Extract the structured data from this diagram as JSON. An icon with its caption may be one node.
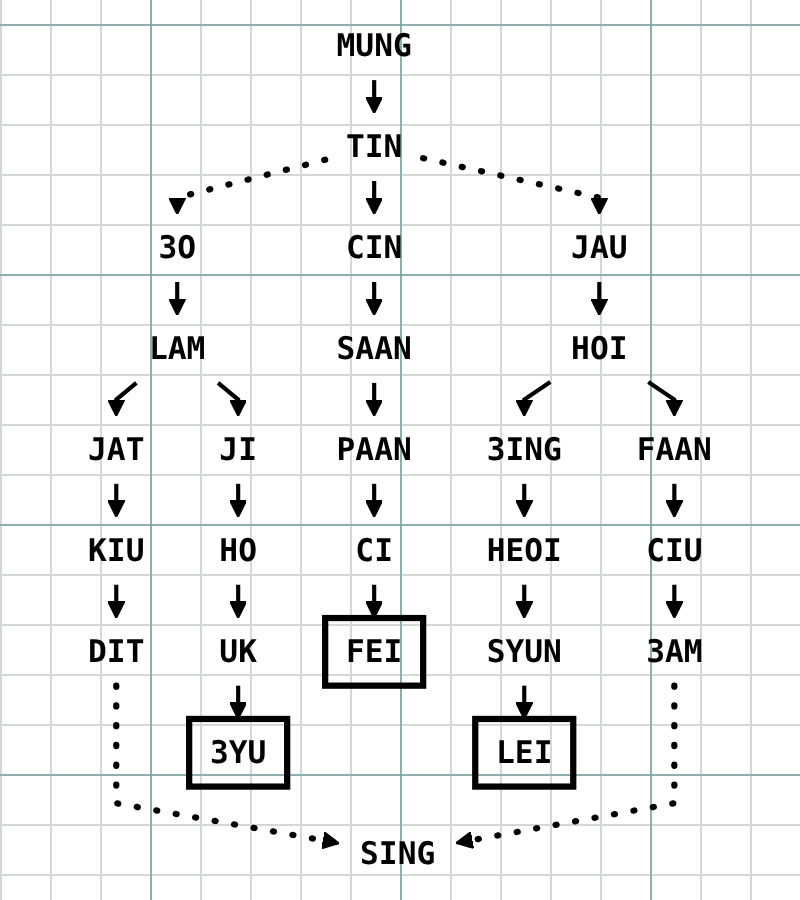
{
  "diagram": {
    "nodes": [
      {
        "text": [
          "MUNG"
        ]
      },
      {
        "text": [
          "TIN"
        ]
      },
      {
        "text": [
          "3O"
        ]
      },
      {
        "text": [
          "CIN"
        ]
      },
      {
        "text": [
          "JAU"
        ]
      },
      {
        "text": [
          "LAM"
        ]
      },
      {
        "text": [
          "SAAN"
        ]
      },
      {
        "text": [
          "HOI"
        ]
      },
      {
        "text": [
          "JAT"
        ]
      },
      {
        "text": [
          "JI"
        ]
      },
      {
        "text": [
          "PAAN"
        ]
      },
      {
        "text": [
          "3ING"
        ]
      },
      {
        "text": [
          "FAAN"
        ]
      },
      {
        "text": [
          "KIU"
        ]
      },
      {
        "text": [
          "HO"
        ]
      },
      {
        "text": [
          "CI"
        ]
      },
      {
        "text": [
          "HEOI"
        ]
      },
      {
        "text": [
          "CIU"
        ]
      },
      {
        "text": [
          "DIT"
        ]
      },
      {
        "text": [
          "UK"
        ]
      },
      {
        "text": [
          "FEI"
        ]
      },
      {
        "text": [
          "SYUN"
        ]
      },
      {
        "text": [
          "3AM"
        ]
      },
      {
        "text": [
          "3YU"
        ]
      },
      {
        "text": [
          "LEI"
        ]
      },
      {
        "text": [
          "SING"
        ]
      }
    ],
    "edges": [
      {
        "from": 0,
        "to": 1,
        "arrow": "to"
      },
      {
        "from": 1,
        "to": 2,
        "arrow": "to",
        "style": "dashed"
      },
      {
        "from": 1,
        "to": 3,
        "arrow": "to"
      },
      {
        "from": 1,
        "to": 4,
        "arrow": "to",
        "style": "dashed"
      },
      {
        "from": 2,
        "to": 5,
        "arrow": "to"
      },
      {
        "from": 3,
        "to": 6,
        "arrow": "to"
      },
      {
        "from": 4,
        "to": 7,
        "arrow": "to"
      },
      {
        "from": 5,
        "to": 8,
        "arrow": "to"
      },
      {
        "from": 5,
        "to": 9,
        "arrow": "to"
      },
      {
        "from": 6,
        "to": 10,
        "arrow": "to"
      },
      {
        "from": 7,
        "to": 11,
        "arrow": "to"
      },
      {
        "from": 7,
        "to": 12,
        "arrow": "to"
      },
      {
        "from": 8,
        "to": 13,
        "arrow": "to"
      },
      {
        "from": 9,
        "to": 14,
        "arrow": "to"
      },
      {
        "from": 10,
        "to": 15,
        "arrow": "to"
      },
      {
        "from": 11,
        "to": 16,
        "arrow": "to"
      },
      {
        "from": 12,
        "to": 17,
        "arrow": "to"
      },
      {
        "from": 13,
        "to": 18,
        "arrow": "to"
      },
      {
        "from": 14,
        "to": 19,
        "arrow": "to"
      },
      {
        "from": 15,
        "to": 20,
        "arrow": "to"
      },
      {
        "from": 16,
        "to": 21,
        "arrow": "to"
      },
      {
        "from": 17,
        "to": 22,
        "arrow": "to"
      },
      {
        "from": 18,
        "to": 25,
        "arrow": "to",
        "style": "dashed"
      },
      {
        "from": 19,
        "to": 23,
        "arrow": "to"
      },
      {
        "from": 21,
        "to": 24,
        "arrow": "to"
      },
      {
        "from": 22,
        "to": 25,
        "arrow": "to",
        "style": "dashed"
      }
    ]
  }
}
